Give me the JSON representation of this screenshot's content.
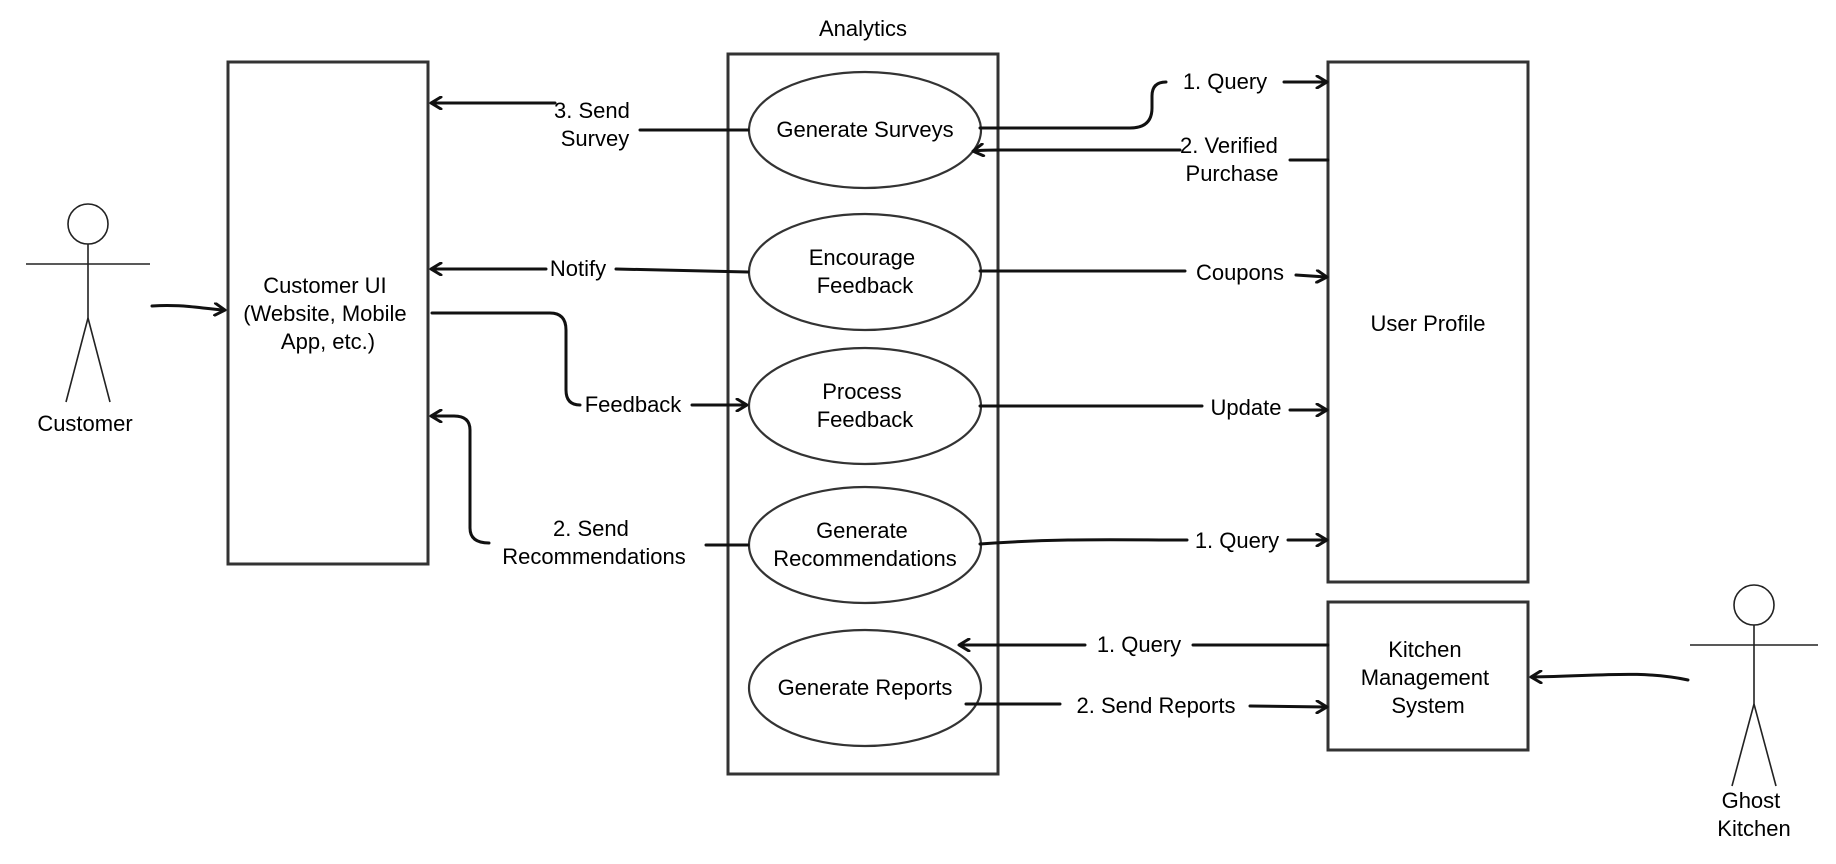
{
  "actors": {
    "customer": "Customer",
    "ghost_kitchen": [
      "Ghost",
      "Kitchen"
    ]
  },
  "boxes": {
    "customer_ui": [
      "Customer UI",
      "(Website, Mobile",
      "App, etc.)"
    ],
    "analytics_title": "Analytics",
    "user_profile": "User Profile",
    "kitchen_system": [
      "Kitchen",
      "Management",
      "System"
    ]
  },
  "use_cases": {
    "generate_surveys": [
      "Generate Surveys"
    ],
    "encourage_feedback": [
      "Encourage",
      "Feedback"
    ],
    "process_feedback": [
      "Process",
      "Feedback"
    ],
    "generate_recommendations": [
      "Generate",
      "Recommendations"
    ],
    "generate_reports": [
      "Generate Reports"
    ]
  },
  "edges": {
    "send_survey": [
      "3. Send",
      "Survey"
    ],
    "notify": "Notify",
    "feedback": "Feedback",
    "send_recommendations": [
      "2. Send",
      "Recommendations"
    ],
    "surveys_query": "1. Query",
    "verified_purchase": [
      "2. Verified",
      "Purchase"
    ],
    "coupons": "Coupons",
    "update": "Update",
    "recommendations_query": "1. Query",
    "reports_query": "1. Query",
    "send_reports": "2. Send Reports"
  }
}
